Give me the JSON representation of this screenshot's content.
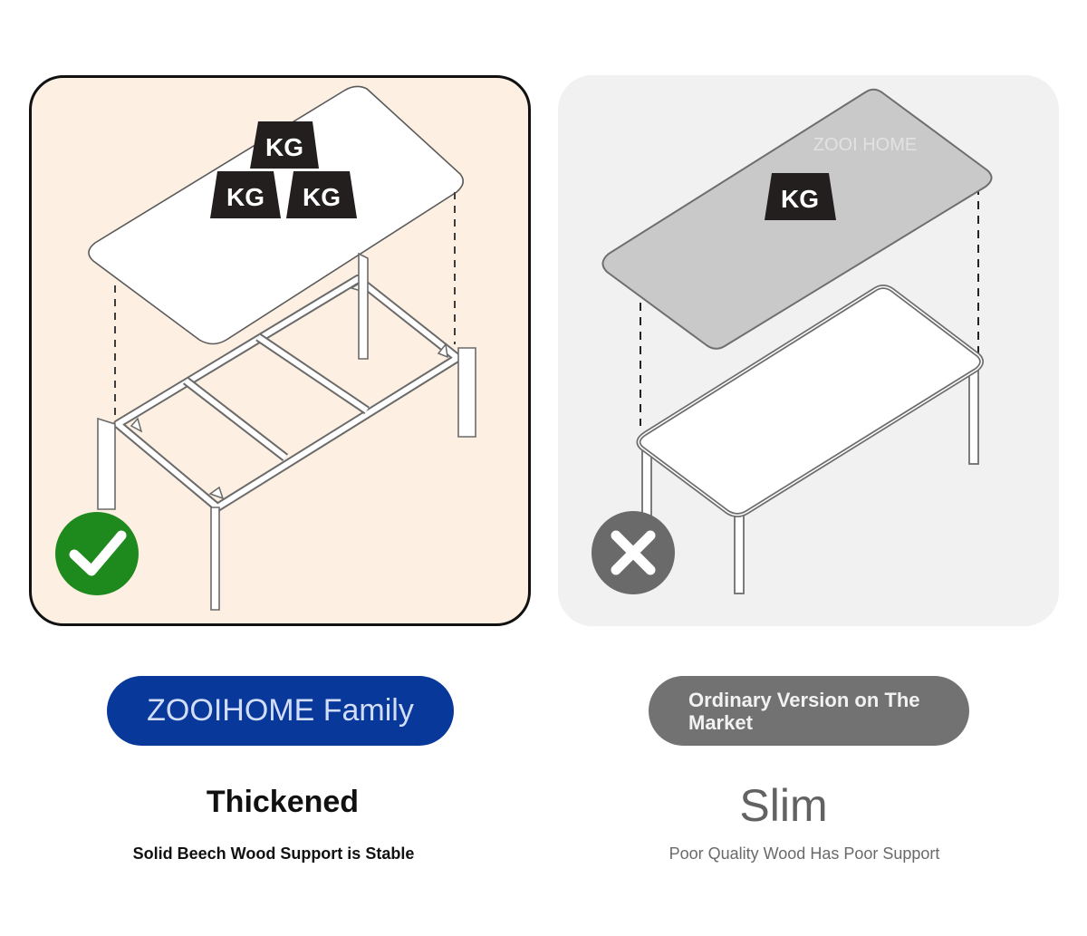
{
  "left_panel": {
    "weights": [
      "KG",
      "KG",
      "KG"
    ],
    "badge": "check",
    "accent_color": "#1e8a1e",
    "label": "ZOOIHOME Family",
    "heading": "Thickened",
    "subheading": "Solid Beech Wood Support is Stable"
  },
  "right_panel": {
    "weights": [
      "KG"
    ],
    "watermark": "ZOOI HOME",
    "badge": "cross",
    "accent_color": "#6a6a6a",
    "label": "Ordinary Version on The Market",
    "heading": "Slim",
    "subheading": "Poor Quality Wood Has Poor Support"
  },
  "colors": {
    "left_bg": "#fdf0e2",
    "right_bg": "#f1f1f1",
    "left_pill": "#08389a",
    "right_pill": "#727272"
  }
}
